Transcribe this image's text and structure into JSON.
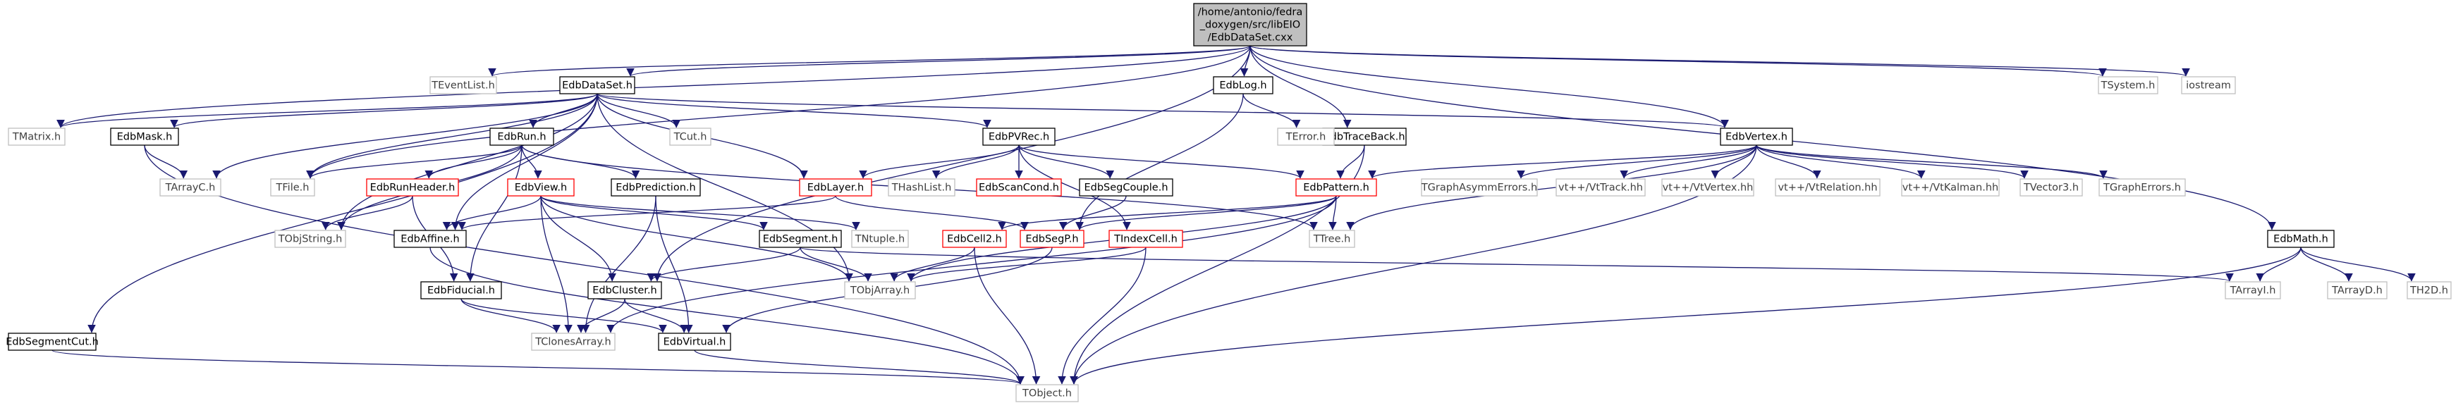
{
  "colors": {
    "background": "#ffffff",
    "root_fill": "#bfbfbf",
    "documented_stroke": "#000000",
    "undocumented_stroke": "#bfbfbf",
    "incomplete_stroke": "#ff0000",
    "label_text": "#000000",
    "undocumented_text": "#404040",
    "edge": "#191970"
  },
  "nodes": [
    {
      "id": "root",
      "lines": [
        "/home/antonio/fedra",
        "_doxygen/src/libEIO",
        "/EdbDataSet.cxx"
      ],
      "kind": "root"
    },
    {
      "id": "TEventList",
      "lines": [
        "TEventList.h"
      ],
      "kind": "external"
    },
    {
      "id": "EdbDataSet",
      "lines": [
        "EdbDataSet.h"
      ],
      "kind": "documented"
    },
    {
      "id": "EdbLog",
      "lines": [
        "EdbLog.h"
      ],
      "kind": "documented"
    },
    {
      "id": "EdbTraceBack",
      "lines": [
        "EdbTraceBack.h"
      ],
      "kind": "documented"
    },
    {
      "id": "EdbVertex",
      "lines": [
        "EdbVertex.h"
      ],
      "kind": "documented"
    },
    {
      "id": "TSystem",
      "lines": [
        "TSystem.h"
      ],
      "kind": "external"
    },
    {
      "id": "iostream",
      "lines": [
        "iostream"
      ],
      "kind": "external"
    },
    {
      "id": "TMatrix",
      "lines": [
        "TMatrix.h"
      ],
      "kind": "external"
    },
    {
      "id": "EdbMask",
      "lines": [
        "EdbMask.h"
      ],
      "kind": "documented"
    },
    {
      "id": "EdbRun",
      "lines": [
        "EdbRun.h"
      ],
      "kind": "documented"
    },
    {
      "id": "TCut",
      "lines": [
        "TCut.h"
      ],
      "kind": "external"
    },
    {
      "id": "EdbPVRec",
      "lines": [
        "EdbPVRec.h"
      ],
      "kind": "documented"
    },
    {
      "id": "TError",
      "lines": [
        "TError.h"
      ],
      "kind": "external"
    },
    {
      "id": "TArrayC",
      "lines": [
        "TArrayC.h"
      ],
      "kind": "external"
    },
    {
      "id": "TFile",
      "lines": [
        "TFile.h"
      ],
      "kind": "external"
    },
    {
      "id": "EdbRunHeader",
      "lines": [
        "EdbRunHeader.h"
      ],
      "kind": "incomplete"
    },
    {
      "id": "EdbView",
      "lines": [
        "EdbView.h"
      ],
      "kind": "incomplete"
    },
    {
      "id": "EdbPrediction",
      "lines": [
        "EdbPrediction.h"
      ],
      "kind": "documented"
    },
    {
      "id": "EdbLayer",
      "lines": [
        "EdbLayer.h"
      ],
      "kind": "incomplete"
    },
    {
      "id": "THashList",
      "lines": [
        "THashList.h"
      ],
      "kind": "external"
    },
    {
      "id": "EdbScanCond",
      "lines": [
        "EdbScanCond.h"
      ],
      "kind": "incomplete"
    },
    {
      "id": "EdbSegCouple",
      "lines": [
        "EdbSegCouple.h"
      ],
      "kind": "documented"
    },
    {
      "id": "EdbPattern",
      "lines": [
        "EdbPattern.h"
      ],
      "kind": "incomplete"
    },
    {
      "id": "TGraphAsymmErrors",
      "lines": [
        "TGraphAsymmErrors.h"
      ],
      "kind": "external"
    },
    {
      "id": "VtTrack",
      "lines": [
        "vt++/VtTrack.hh"
      ],
      "kind": "external"
    },
    {
      "id": "VtVertex",
      "lines": [
        "vt++/VtVertex.hh"
      ],
      "kind": "external"
    },
    {
      "id": "VtRelation",
      "lines": [
        "vt++/VtRelation.hh"
      ],
      "kind": "external"
    },
    {
      "id": "VtKalman",
      "lines": [
        "vt++/VtKalman.hh"
      ],
      "kind": "external"
    },
    {
      "id": "TVector3",
      "lines": [
        "TVector3.h"
      ],
      "kind": "external"
    },
    {
      "id": "TGraphErrors",
      "lines": [
        "TGraphErrors.h"
      ],
      "kind": "external"
    },
    {
      "id": "TObjString",
      "lines": [
        "TObjString.h"
      ],
      "kind": "external"
    },
    {
      "id": "EdbAffine",
      "lines": [
        "EdbAffine.h"
      ],
      "kind": "documented"
    },
    {
      "id": "EdbSegment",
      "lines": [
        "EdbSegment.h"
      ],
      "kind": "documented"
    },
    {
      "id": "TNtuple",
      "lines": [
        "TNtuple.h"
      ],
      "kind": "external"
    },
    {
      "id": "EdbCell2",
      "lines": [
        "EdbCell2.h"
      ],
      "kind": "incomplete"
    },
    {
      "id": "EdbSegP",
      "lines": [
        "EdbSegP.h"
      ],
      "kind": "incomplete"
    },
    {
      "id": "TIndexCell",
      "lines": [
        "TIndexCell.h"
      ],
      "kind": "incomplete"
    },
    {
      "id": "TTree",
      "lines": [
        "TTree.h"
      ],
      "kind": "external"
    },
    {
      "id": "EdbMath",
      "lines": [
        "EdbMath.h"
      ],
      "kind": "documented"
    },
    {
      "id": "EdbFiducial",
      "lines": [
        "EdbFiducial.h"
      ],
      "kind": "documented"
    },
    {
      "id": "EdbCluster",
      "lines": [
        "EdbCluster.h"
      ],
      "kind": "documented"
    },
    {
      "id": "TObjArray",
      "lines": [
        "TObjArray.h"
      ],
      "kind": "external"
    },
    {
      "id": "TArrayI",
      "lines": [
        "TArrayI.h"
      ],
      "kind": "external"
    },
    {
      "id": "TArrayD",
      "lines": [
        "TArrayD.h"
      ],
      "kind": "external"
    },
    {
      "id": "TH2D",
      "lines": [
        "TH2D.h"
      ],
      "kind": "external"
    },
    {
      "id": "EdbSegmentCut",
      "lines": [
        "EdbSegmentCut.h"
      ],
      "kind": "documented"
    },
    {
      "id": "TClonesArray",
      "lines": [
        "TClonesArray.h"
      ],
      "kind": "external"
    },
    {
      "id": "EdbVirtual",
      "lines": [
        "EdbVirtual.h"
      ],
      "kind": "documented"
    },
    {
      "id": "TObject",
      "lines": [
        "TObject.h"
      ],
      "kind": "external"
    }
  ],
  "edges": [
    [
      "root",
      "TEventList"
    ],
    [
      "root",
      "EdbDataSet"
    ],
    [
      "root",
      "EdbLog"
    ],
    [
      "root",
      "EdbTraceBack"
    ],
    [
      "root",
      "EdbVertex"
    ],
    [
      "root",
      "TSystem"
    ],
    [
      "root",
      "iostream"
    ],
    [
      "root",
      "TMatrix"
    ],
    [
      "root",
      "EdbMath"
    ],
    [
      "root",
      "EdbCluster"
    ],
    [
      "root",
      "TFile"
    ],
    [
      "EdbDataSet",
      "TMatrix"
    ],
    [
      "EdbDataSet",
      "EdbMask"
    ],
    [
      "EdbDataSet",
      "TArrayC"
    ],
    [
      "EdbDataSet",
      "EdbRun"
    ],
    [
      "EdbDataSet",
      "TCut"
    ],
    [
      "EdbDataSet",
      "EdbPVRec"
    ],
    [
      "EdbDataSet",
      "EdbLayer"
    ],
    [
      "EdbDataSet",
      "EdbVertex"
    ],
    [
      "EdbDataSet",
      "TFile"
    ],
    [
      "EdbDataSet",
      "EdbAffine"
    ],
    [
      "EdbDataSet",
      "TObjArray"
    ],
    [
      "EdbDataSet",
      "TObjString"
    ],
    [
      "EdbDataSet",
      "EdbSegmentCut"
    ],
    [
      "EdbMask",
      "TArrayC"
    ],
    [
      "EdbMask",
      "TObject"
    ],
    [
      "EdbRun",
      "TFile"
    ],
    [
      "EdbRun",
      "EdbRunHeader"
    ],
    [
      "EdbRun",
      "EdbView"
    ],
    [
      "EdbRun",
      "EdbPrediction"
    ],
    [
      "EdbRun",
      "TObjString"
    ],
    [
      "EdbRun",
      "EdbFiducial"
    ],
    [
      "EdbRun",
      "TTree"
    ],
    [
      "EdbPVRec",
      "EdbLayer"
    ],
    [
      "EdbPVRec",
      "THashList"
    ],
    [
      "EdbPVRec",
      "EdbScanCond"
    ],
    [
      "EdbPVRec",
      "EdbSegCouple"
    ],
    [
      "EdbPVRec",
      "EdbPattern"
    ],
    [
      "EdbPVRec",
      "TIndexCell"
    ],
    [
      "EdbLog",
      "TError"
    ],
    [
      "EdbLog",
      "EdbSegP"
    ],
    [
      "EdbTraceBack",
      "EdbPattern"
    ],
    [
      "EdbTraceBack",
      "TObject"
    ],
    [
      "EdbVertex",
      "EdbPattern"
    ],
    [
      "EdbVertex",
      "TGraphAsymmErrors"
    ],
    [
      "EdbVertex",
      "VtTrack"
    ],
    [
      "EdbVertex",
      "VtVertex"
    ],
    [
      "EdbVertex",
      "VtRelation"
    ],
    [
      "EdbVertex",
      "VtKalman"
    ],
    [
      "EdbVertex",
      "TVector3"
    ],
    [
      "EdbVertex",
      "TGraphErrors"
    ],
    [
      "EdbVertex",
      "TTree"
    ],
    [
      "EdbVertex",
      "TObject"
    ],
    [
      "EdbRunHeader",
      "TObjString"
    ],
    [
      "EdbRunHeader",
      "EdbFiducial"
    ],
    [
      "EdbView",
      "EdbAffine"
    ],
    [
      "EdbView",
      "EdbSegment"
    ],
    [
      "EdbView",
      "EdbCluster"
    ],
    [
      "EdbView",
      "TClonesArray"
    ],
    [
      "EdbView",
      "TObjArray"
    ],
    [
      "EdbView",
      "TNtuple"
    ],
    [
      "EdbPrediction",
      "TClonesArray"
    ],
    [
      "EdbPrediction",
      "EdbVirtual"
    ],
    [
      "EdbLayer",
      "EdbAffine"
    ],
    [
      "EdbLayer",
      "EdbSegP"
    ],
    [
      "EdbSegCouple",
      "EdbSegP"
    ],
    [
      "EdbPattern",
      "EdbSegP"
    ],
    [
      "EdbPattern",
      "EdbCell2"
    ],
    [
      "EdbPattern",
      "TObjArray"
    ],
    [
      "EdbPattern",
      "TTree"
    ],
    [
      "EdbPattern",
      "TClonesArray"
    ],
    [
      "EdbAffine",
      "TObject"
    ],
    [
      "EdbSegment",
      "EdbCluster"
    ],
    [
      "EdbSegment",
      "TObjArray"
    ],
    [
      "EdbSegment",
      "TArrayI"
    ],
    [
      "EdbCell2",
      "TObjArray"
    ],
    [
      "EdbCell2",
      "TObject"
    ],
    [
      "EdbSegP",
      "EdbVirtual"
    ],
    [
      "TIndexCell",
      "TObjArray"
    ],
    [
      "TIndexCell",
      "TObject"
    ],
    [
      "EdbFiducial",
      "TClonesArray"
    ],
    [
      "EdbFiducial",
      "EdbVirtual"
    ],
    [
      "EdbCluster",
      "TClonesArray"
    ],
    [
      "EdbCluster",
      "EdbVirtual"
    ],
    [
      "EdbMath",
      "TArrayI"
    ],
    [
      "EdbMath",
      "TArrayD"
    ],
    [
      "EdbMath",
      "TH2D"
    ],
    [
      "EdbMath",
      "TObject"
    ],
    [
      "EdbSegmentCut",
      "TObject"
    ],
    [
      "EdbVirtual",
      "TObject"
    ]
  ]
}
